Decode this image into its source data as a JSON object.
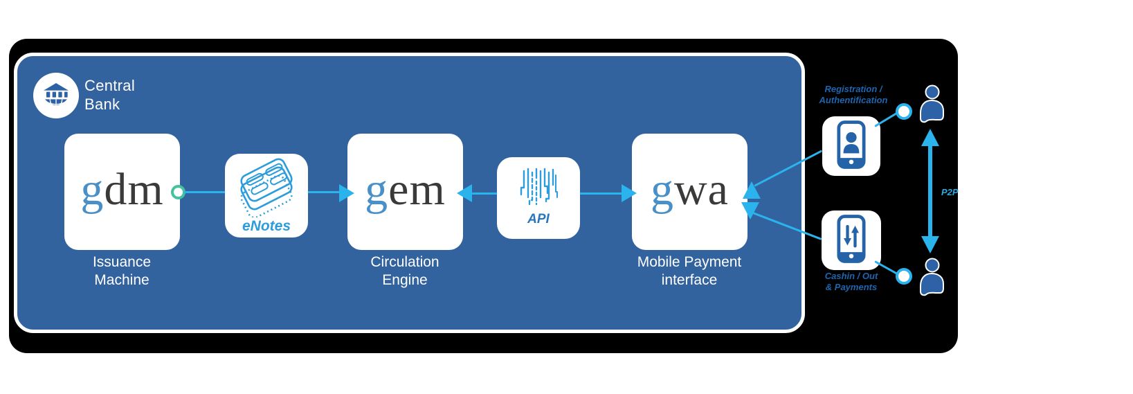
{
  "brand": {
    "line1": "Central",
    "line2": "Bank"
  },
  "nodes": {
    "gdm": {
      "logo_g": "g",
      "logo_rest": "dm",
      "label_line1": "Issuance",
      "label_line2": "Machine"
    },
    "gem": {
      "logo_g": "g",
      "logo_rest": "em",
      "label_line1": "Circulation",
      "label_line2": "Engine"
    },
    "gwa": {
      "logo_g": "g",
      "logo_rest": "wa",
      "label_line1": "Mobile Payment",
      "label_line2": "interface"
    }
  },
  "artifacts": {
    "enotes": {
      "label": "eNotes"
    },
    "api": {
      "label": "API"
    }
  },
  "users": {
    "registration": {
      "label_line1": "Registration /",
      "label_line2": "Authentification"
    },
    "cashin": {
      "label_line1": "Cashin / Out",
      "label_line2": "& Payments"
    },
    "p2p": {
      "label": "P2P"
    }
  },
  "colors": {
    "panel_blue": "#33639E",
    "arrow_cyan": "#2BB3EE",
    "icon_blue": "#2D9CDB",
    "deep_icon_blue": "#2563A8",
    "person_blue": "#2E62A6",
    "port_teal": "#44C29D",
    "logo_g_blue": "#4A90C8",
    "logo_dark": "#3A3A39",
    "side_label_blue": "#1E66B0",
    "p2p_cyan": "#29ABE2",
    "backdrop": "#000000"
  }
}
